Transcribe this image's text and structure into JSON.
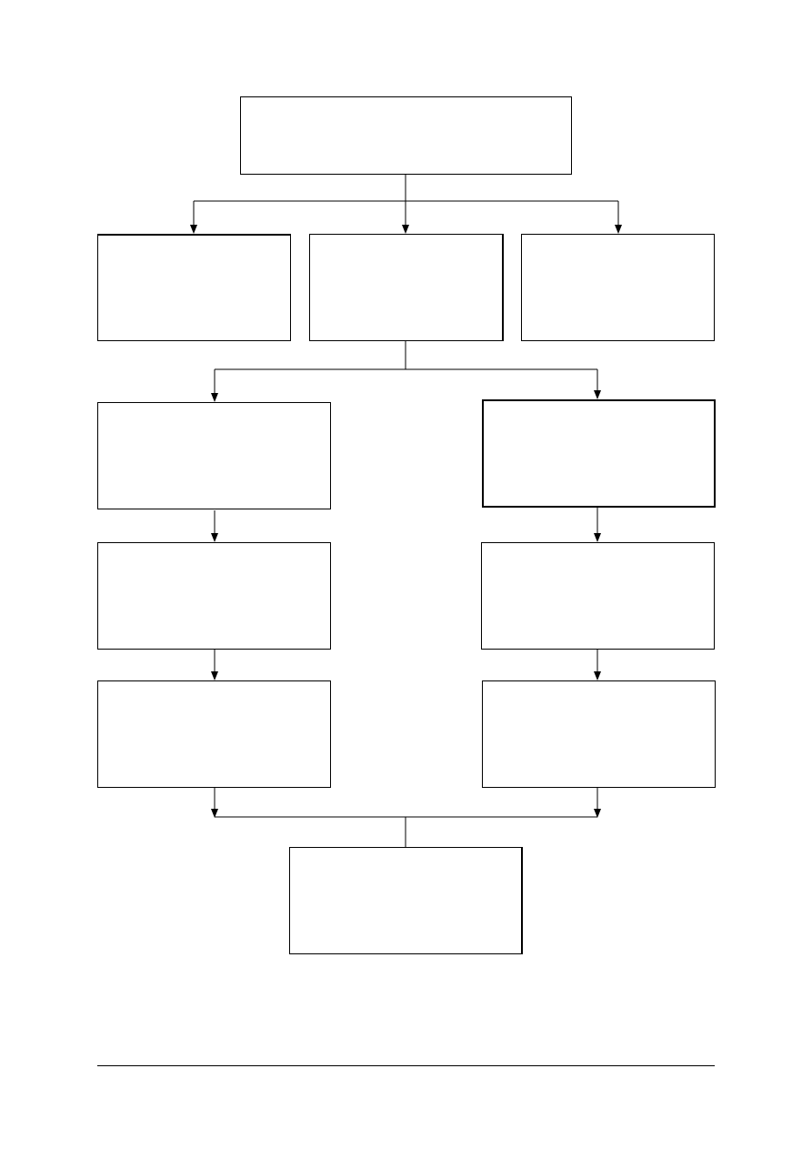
{
  "diagram": {
    "type": "flowchart",
    "colors": {
      "line": "#000000",
      "box_fill": "#ffffff",
      "background": "#ffffff"
    },
    "nodes": [
      {
        "id": "top",
        "label": ""
      },
      {
        "id": "level2-left",
        "label": ""
      },
      {
        "id": "level2-center",
        "label": ""
      },
      {
        "id": "level2-right",
        "label": ""
      },
      {
        "id": "branch-left-1",
        "label": ""
      },
      {
        "id": "branch-left-2",
        "label": ""
      },
      {
        "id": "branch-left-3",
        "label": ""
      },
      {
        "id": "branch-right-1",
        "label": ""
      },
      {
        "id": "branch-right-2",
        "label": ""
      },
      {
        "id": "branch-right-3",
        "label": ""
      },
      {
        "id": "bottom",
        "label": ""
      }
    ],
    "edges": [
      {
        "from": "top",
        "to": "level2-left"
      },
      {
        "from": "top",
        "to": "level2-center"
      },
      {
        "from": "top",
        "to": "level2-right"
      },
      {
        "from": "level2-center",
        "to": "branch-left-1"
      },
      {
        "from": "level2-center",
        "to": "branch-right-1"
      },
      {
        "from": "branch-left-1",
        "to": "branch-left-2"
      },
      {
        "from": "branch-left-2",
        "to": "branch-left-3"
      },
      {
        "from": "branch-right-1",
        "to": "branch-right-2"
      },
      {
        "from": "branch-right-2",
        "to": "branch-right-3"
      },
      {
        "from": "branch-left-3",
        "to": "bottom"
      },
      {
        "from": "branch-right-3",
        "to": "bottom"
      }
    ]
  }
}
